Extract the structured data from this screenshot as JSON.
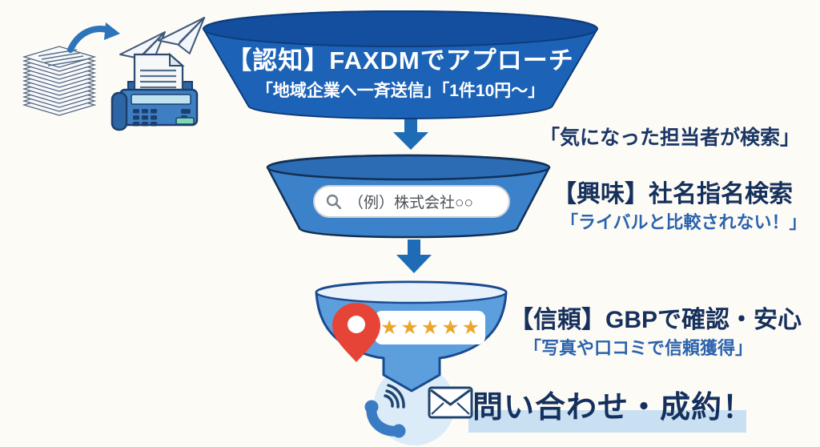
{
  "diagram_title": "FAXDM marketing funnel",
  "colors": {
    "background": "#fdfbf5",
    "funnel1_body": "#1c63b7",
    "funnel1_rim": "#134f9e",
    "funnel2_body": "#3c82ca",
    "funnel2_rim": "#2c6cb4",
    "funnel3_body": "#5d9edd",
    "funnel3_rim": "#e9f2fb",
    "outline_navy": "#123a6e",
    "arrow_blue": "#1e6cb5",
    "heading_navy": "#15305c",
    "sub_blue": "#2b63ae",
    "star_gold": "#eda62c",
    "pin_red": "#e64437",
    "highlight_blue": "#c9dff2",
    "result_navy": "#14315e"
  },
  "funnel1": {
    "title": "【認知】FAXDMでアプローチ",
    "subtitle": "「地域企業へ一斉送信」「1件10円〜」"
  },
  "step1_note": "「気になった担当者が検索」",
  "funnel2": {
    "search_value": "（例）株式会社○○",
    "title": "【興味】社名指名検索",
    "subtitle": "「ライバルと比較されない！」"
  },
  "funnel3": {
    "title": "【信頼】GBPで確認・安心",
    "subtitle": "「写真や口コミで信頼獲得」",
    "stars": "★★★★★",
    "rating": 5
  },
  "result": {
    "label": "問い合わせ・成約！"
  },
  "icons": [
    "paper-stack-icon",
    "curved-arrow-icon",
    "paper-plane-icon",
    "fax-machine-icon",
    "down-arrow-icon",
    "search-icon",
    "map-pin-icon",
    "star-rating",
    "phone-icon",
    "envelope-icon"
  ]
}
